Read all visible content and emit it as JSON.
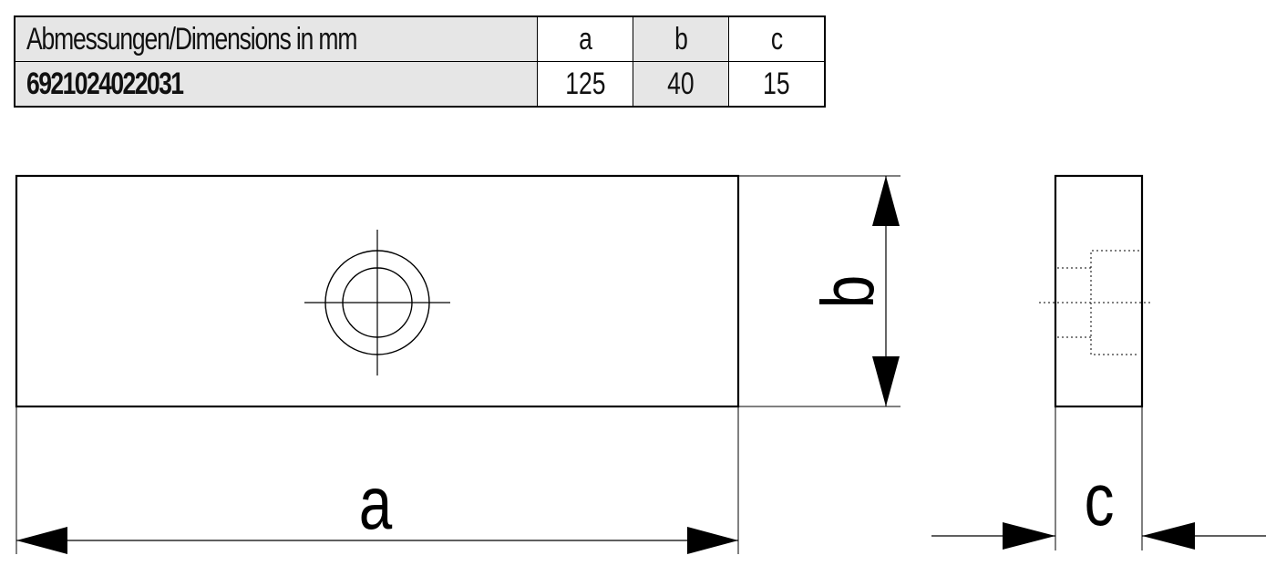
{
  "table": {
    "header": {
      "label": "Abmessungen/Dimensions in mm",
      "columns": [
        "a",
        "b",
        "c"
      ]
    },
    "rows": [
      {
        "part_number": "6921024022031",
        "values": [
          "125",
          "40",
          "15"
        ]
      }
    ]
  },
  "drawing": {
    "dimension_labels": {
      "a": "a",
      "b": "b",
      "c": "c"
    },
    "views": [
      "front-view",
      "side-view"
    ],
    "colors": {
      "line": "#000000",
      "table_grey": "#e6e6e6"
    }
  }
}
